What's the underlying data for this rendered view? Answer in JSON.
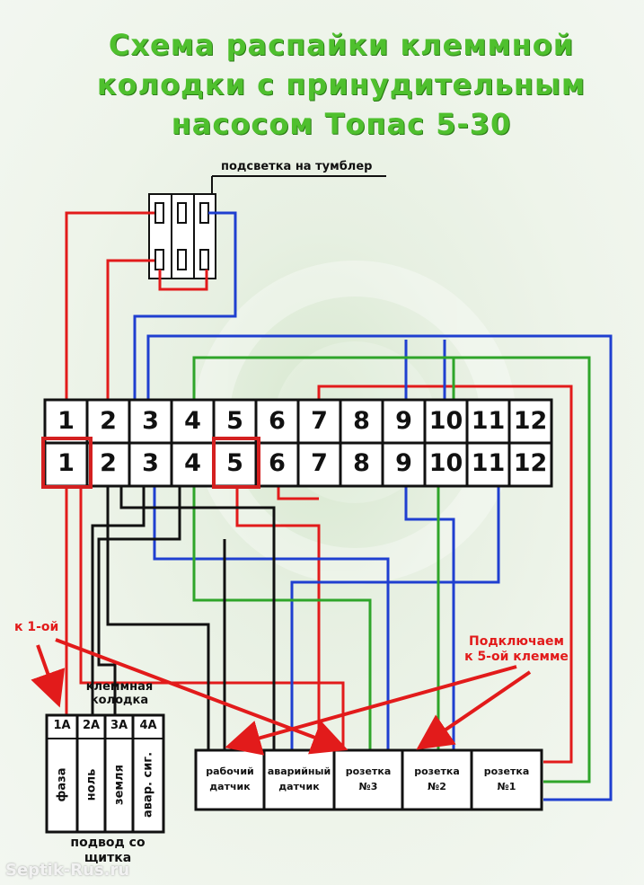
{
  "title": {
    "line1": "Схема распайки клеммной",
    "line2": "колодки с принудительным",
    "line3": "насосом Топас 5-30"
  },
  "switch_label": "подсветка на тумблер",
  "terminal_top": [
    "1",
    "2",
    "3",
    "4",
    "5",
    "6",
    "7",
    "8",
    "9",
    "10",
    "11",
    "12"
  ],
  "terminal_bottom": [
    "1",
    "2",
    "3",
    "4",
    "5",
    "6",
    "7",
    "8",
    "9",
    "10",
    "11",
    "12"
  ],
  "block": {
    "label_line1": "клеммная",
    "label_line2": "колодка",
    "terminals": [
      "1A",
      "2A",
      "3A",
      "4A"
    ],
    "terminal_names": [
      "фаза",
      "ноль",
      "земля",
      "авар. сиг."
    ],
    "supply_line1": "подвод со",
    "supply_line2": "щитка"
  },
  "annotations": {
    "left": "к 1-ой",
    "right_line1": "Подключаем",
    "right_line2": "к 5-ой клемме"
  },
  "devices": [
    {
      "line1": "рабочий",
      "line2": "датчик"
    },
    {
      "line1": "аварийный",
      "line2": "датчик"
    },
    {
      "line1": "розетка",
      "line2": "№3"
    },
    {
      "line1": "розетка",
      "line2": "№2"
    },
    {
      "line1": "розетка",
      "line2": "№1"
    }
  ],
  "watermark": "Septik-Rus.ru",
  "colors": {
    "red": "#e21b1b",
    "blue": "#1f3fd0",
    "green": "#2fa52a",
    "black": "#111111",
    "title": "#4fc02e"
  }
}
